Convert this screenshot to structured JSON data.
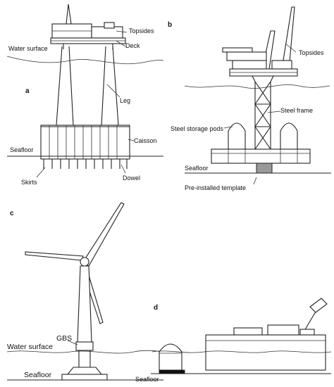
{
  "panels": {
    "a": {
      "letter": "a",
      "labels": {
        "topsides": "Topsides",
        "deck": "Deck",
        "water_surface": "Water surface",
        "leg": "Leg",
        "caisson": "Caisson",
        "seafloor": "Seafloor",
        "skirts": "Skirts",
        "dowel": "Dowel"
      }
    },
    "b": {
      "letter": "b",
      "labels": {
        "topsides": "Topsides",
        "steel_frame": "Steel frame",
        "steel_storage_pods": "Steel storage pods",
        "seafloor": "Seafloor",
        "pre_installed_template": "Pre-installed template"
      }
    },
    "c": {
      "letter": "c",
      "labels": {
        "gbs": "GBS",
        "water_surface": "Water surface",
        "seafloor": "Seafloor"
      }
    },
    "d": {
      "letter": "d",
      "labels": {
        "seafloor": "Seafloor"
      }
    }
  }
}
